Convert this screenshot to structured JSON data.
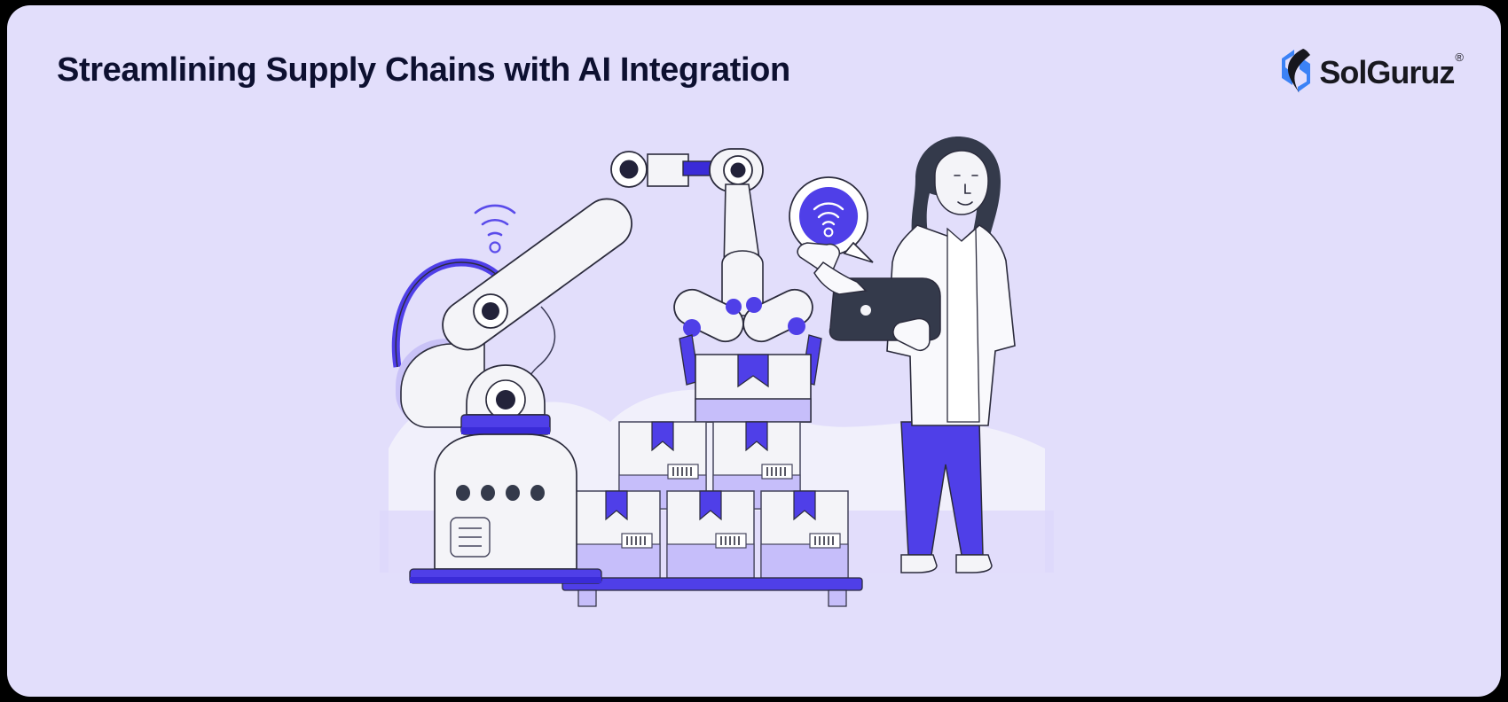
{
  "window": {
    "background_color": "#000000",
    "card_background": "#E2DEFB",
    "card_radius": "26px"
  },
  "header": {
    "title": "Streamlining Supply Chains with AI Integration",
    "title_color": "#0D1030"
  },
  "logo": {
    "wordmark": "SolGuruz",
    "registered_symbol": "®",
    "mark_icon": "solguruz-s-mark-icon",
    "mark_blue": "#3B82F6",
    "mark_dark": "#18181f",
    "word_color": "#18181f"
  },
  "illustration": {
    "name": "warehouse-ai-automation-illustration",
    "description": "Robotic arm picking a box, stacked cardboard boxes on a pallet, and a technician holding a tablet with a wifi speech bubble",
    "palette": {
      "purple": "#4F3FE8",
      "purple_light": "#C3BCFA",
      "purple_mid": "#6C5CE7",
      "white": "#F4F4F8",
      "outline": "#2B2B3C",
      "dark": "#343A4B",
      "bg_hill": "#F0EFFA",
      "floor": "#D6D0FA"
    },
    "elements": [
      {
        "name": "robot-arm",
        "parts": [
          "base",
          "collar",
          "pivot-joint",
          "upper-arm",
          "forearm",
          "gripper"
        ]
      },
      {
        "name": "wifi-signal-icon",
        "count": 1
      },
      {
        "name": "cable-loop",
        "count": 1
      },
      {
        "name": "gripped-box",
        "count": 1
      },
      {
        "name": "box-stack",
        "top_row": 2,
        "bottom_row": 3
      },
      {
        "name": "pallet",
        "count": 1
      },
      {
        "name": "technician-figure",
        "items": [
          "hair",
          "lab-coat",
          "pants",
          "shoes",
          "tablet",
          "pointing-hand"
        ]
      },
      {
        "name": "speech-bubble-wifi",
        "count": 1
      }
    ],
    "box_label": "barcode-label"
  }
}
